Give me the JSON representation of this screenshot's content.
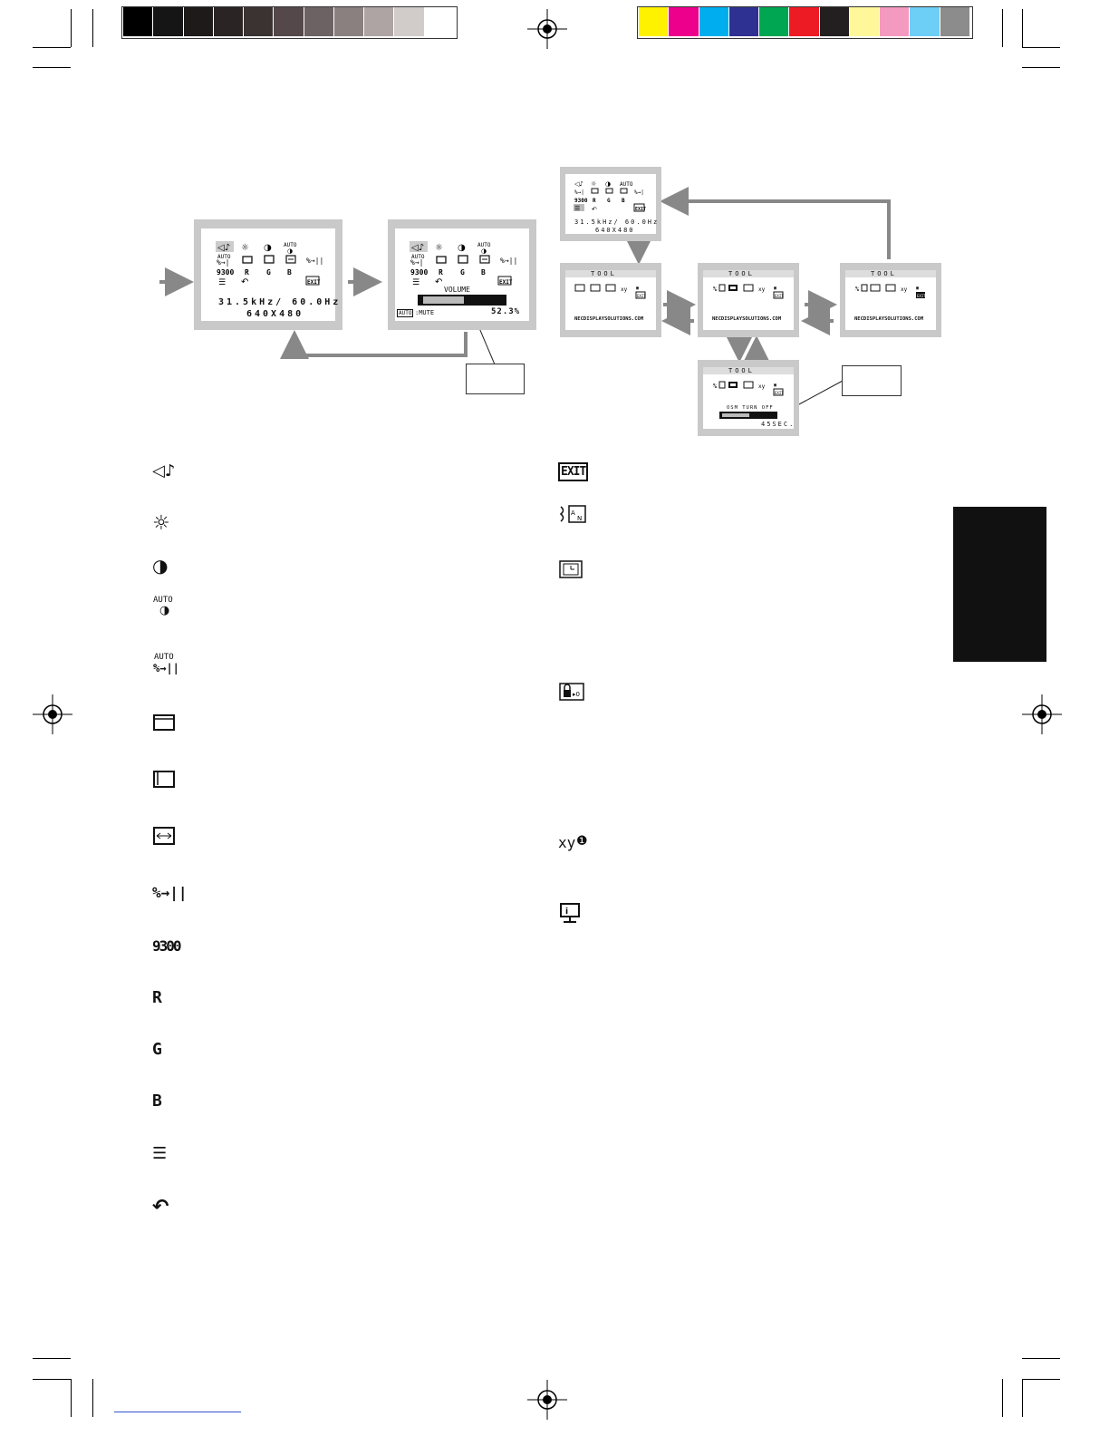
{
  "color_bar": {
    "grays": [
      "#000000",
      "#151515",
      "#1f1a1a",
      "#2a2424",
      "#3b3332",
      "#54484a",
      "#6c6264",
      "#8a8080",
      "#ada4a3",
      "#d1ccca",
      "#ffffff"
    ],
    "colors": [
      "#fff200",
      "#ec008c",
      "#00aeef",
      "#2e3192",
      "#00a651",
      "#ed1c24",
      "#231f20",
      "#fff799",
      "#f49ac1",
      "#6dcff6",
      "#8c8c8c"
    ]
  },
  "osd_main": {
    "freq_line": "31.5kHz/ 60.0Hz",
    "res_line": "640X480",
    "auto_label": "AUTO",
    "preset": "9300",
    "r_label": "R",
    "g_label": "G",
    "b_label": "B",
    "exit_label": "EXIT"
  },
  "osd_volume": {
    "title": "VOLUME",
    "mute_key": "AUTO",
    "mute_text": ":MUTE",
    "value": "52.3%",
    "level": 0.523
  },
  "osd_tool": {
    "title": "TOOL",
    "url": "NECDISPLAYSOLUTIONS.COM",
    "turnoff_label": "OSM TURN OFF",
    "turnoff_value": "45SEC.",
    "xy_label": "xy",
    "exit_label": "EXIT"
  },
  "legend_left": [
    {
      "icon": "volume-icon"
    },
    {
      "icon": "brightness-icon"
    },
    {
      "icon": "contrast-icon"
    },
    {
      "icon": "auto-contrast-icon",
      "text": "AUTO"
    },
    {
      "icon": "auto-adjust-icon",
      "text": "AUTO"
    },
    {
      "icon": "left-right-icon"
    },
    {
      "icon": "down-up-icon"
    },
    {
      "icon": "h-size-icon"
    },
    {
      "icon": "fine-icon"
    },
    {
      "icon": "color-preset-icon",
      "text": "9300"
    },
    {
      "icon": "red-icon",
      "text": "R"
    },
    {
      "icon": "green-icon",
      "text": "G"
    },
    {
      "icon": "blue-icon",
      "text": "B"
    },
    {
      "icon": "tool-icon"
    },
    {
      "icon": "factory-preset-icon"
    }
  ],
  "legend_right": [
    {
      "icon": "exit-icon",
      "text": "EXIT"
    },
    {
      "icon": "language-icon"
    },
    {
      "icon": "osm-turn-off-icon"
    },
    {
      "icon": "osm-lock-out-icon"
    },
    {
      "icon": "resolution-notifier-icon",
      "text": "xy"
    },
    {
      "icon": "monitor-info-icon"
    }
  ]
}
